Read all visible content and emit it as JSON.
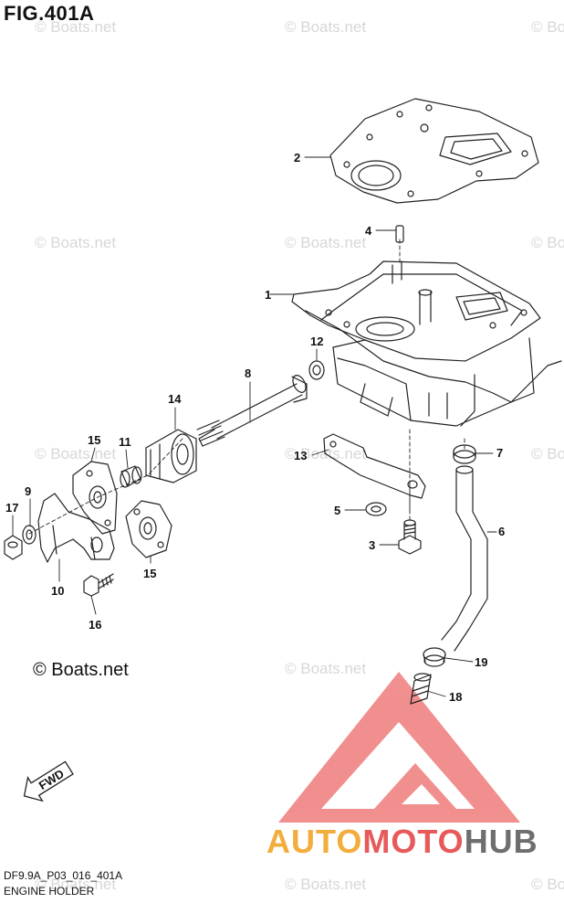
{
  "figure": {
    "title": "FIG.401A",
    "code": "DF9.9A_P03_016_401A",
    "name": "ENGINE HOLDER"
  },
  "watermark": "© Boats.net",
  "copyright": "© Boats.net",
  "fwd_label": "FWD",
  "brand": {
    "part1": "AUTO",
    "part2": "MOTO",
    "part3": "HUB"
  },
  "callouts": [
    "1",
    "2",
    "3",
    "4",
    "5",
    "6",
    "7",
    "8",
    "9",
    "10",
    "11",
    "12",
    "13",
    "14",
    "15",
    "15",
    "16",
    "17",
    "18",
    "19"
  ],
  "colors": {
    "line": "#222222",
    "watermark": "#d7d7d7",
    "logo_red": "#e85a5a",
    "logo_orange": "#f2ad3c",
    "logo_gray": "#6e6e6e"
  }
}
